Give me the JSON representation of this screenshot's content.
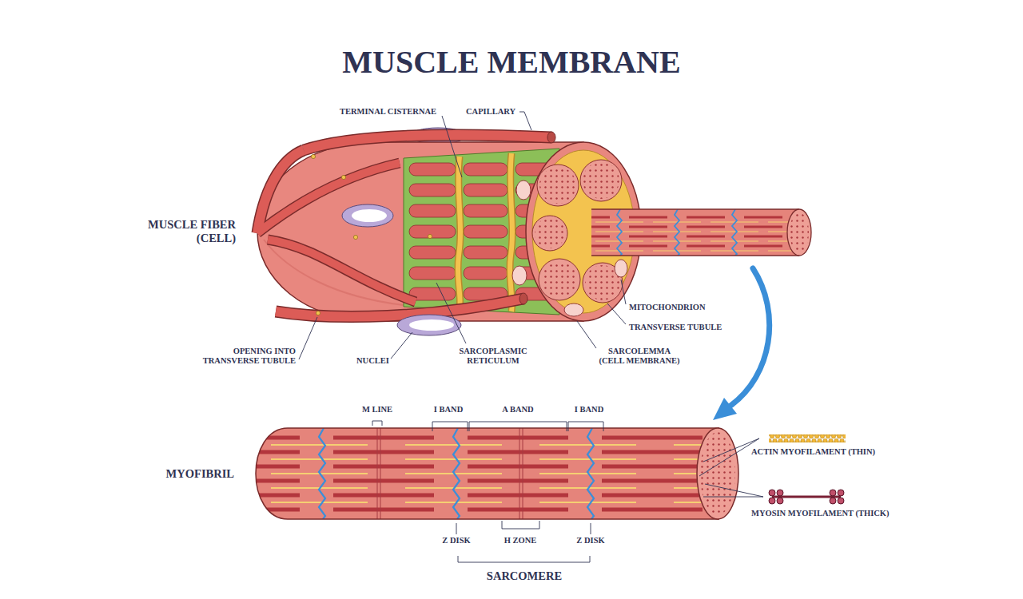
{
  "diagram": {
    "title": "MUSCLE MEMBRANE",
    "labels": [
      "TERMINAL CISTERNAE",
      "CAPILLARY",
      "MUSCLE FIBER (CELL)",
      "MITOCHONDRION",
      "TRANSVERSE TUBULE",
      "OPENING INTO TRANSVERSE TUBULE",
      "NUCLEI",
      "SARCOPLASMIC RETICULUM",
      "SARCOLEMMA (CELL MEMBRANE)",
      "M LINE",
      "I BAND",
      "A BAND",
      "I BAND",
      "MYOFIBRIL",
      "ACTIN MYOFILAMENT (THIN)",
      "MYOSIN MYOFILAMENT (THICK)",
      "Z DISK",
      "H ZONE",
      "Z DISK",
      "SARCOMERE"
    ]
  }
}
